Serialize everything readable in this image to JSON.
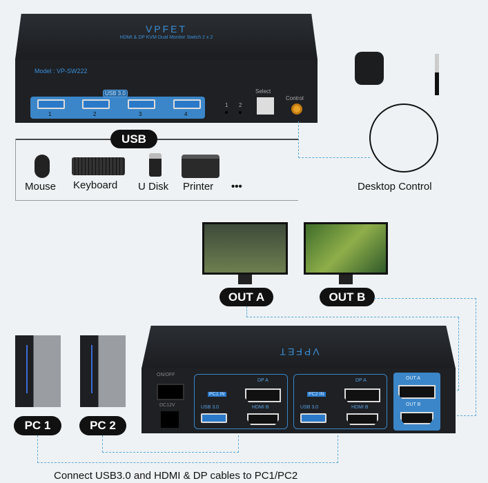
{
  "front_device": {
    "brand": "VPFET",
    "subtitle": "HDMI & DP KVM Dual Monitor Switch 2 x 2",
    "model": "Model : VP-SW222",
    "usb_label": "USB 3.0",
    "port_numbers": [
      "1",
      "2",
      "3",
      "4"
    ],
    "led_labels": [
      "1",
      "2"
    ],
    "select_label": "Select",
    "control_label": "Control"
  },
  "usb_section": {
    "title": "USB",
    "devices": [
      {
        "label": "Mouse",
        "icon": "mouse-icon"
      },
      {
        "label": "Keyboard",
        "icon": "keyboard-icon"
      },
      {
        "label": "U Disk",
        "icon": "usb-drive-icon"
      },
      {
        "label": "Printer",
        "icon": "printer-icon"
      }
    ],
    "more": "•••"
  },
  "desktop_control": {
    "label": "Desktop Control"
  },
  "outputs": {
    "out_a": "OUT A",
    "out_b": "OUT B"
  },
  "pcs": [
    "PC 1",
    "PC 2"
  ],
  "rear_device": {
    "brand": "VPFET",
    "power_label": "ON/OFF",
    "dc_label": "DC12V",
    "pc1_in": "PC1 IN",
    "pc2_in": "PC2 IN",
    "dp_label": "DP A",
    "hdmi_label": "HDMI B",
    "usb_label": "USB 3.0",
    "out_a": "OUT A",
    "out_b": "OUT B"
  },
  "caption": "Connect USB3.0 and HDMI & DP cables to PC1/PC2",
  "colors": {
    "accent": "#2a79c9",
    "background": "#eef2f4",
    "dash": "#5aa9dc"
  }
}
